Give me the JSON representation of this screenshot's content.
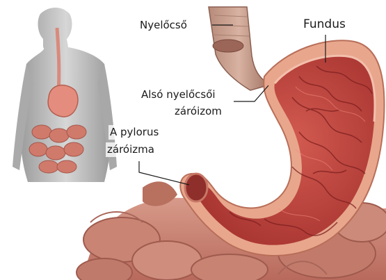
{
  "labels": {
    "esophagus": "Nyelőcső",
    "fundus": "Fundus",
    "lower_sphincter_1": "Alsó nyelőcsői",
    "lower_sphincter_2": "záróizom",
    "pylorus_1": "A pylorus",
    "pylorus_2": "záróizma"
  }
}
